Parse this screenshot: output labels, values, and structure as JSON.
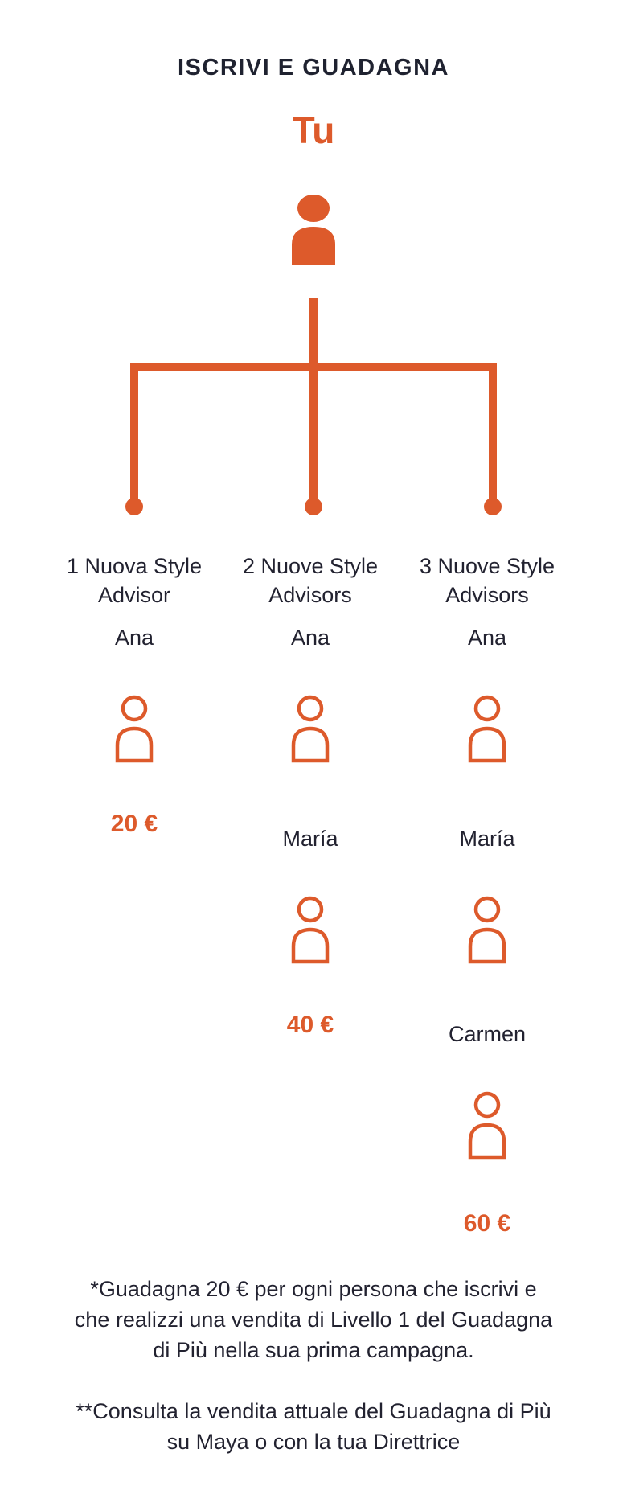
{
  "title": "ISCRIVI E GUADAGNA",
  "root_label": "Tu",
  "columns": [
    {
      "label_line1": "1 Nuova Style",
      "label_line2": "Advisor",
      "people": [
        "Ana"
      ],
      "amount": "20 €"
    },
    {
      "label_line1": "2 Nuove Style",
      "label_line2": "Advisors",
      "people": [
        "Ana",
        "María"
      ],
      "amount": "40 €"
    },
    {
      "label_line1": "3 Nuove Style",
      "label_line2": "Advisors",
      "people": [
        "Ana",
        "María",
        "Carmen"
      ],
      "amount": "60 €"
    }
  ],
  "footnotes": {
    "first_line1": "*Guadagna 20 € per ogni persona che iscrivi e",
    "first_line2": "che realizzi una vendita di Livello 1 del Guadagna",
    "first_line3": "di Più nella sua prima campagna.",
    "second_line1": "**Consulta la vendita attuale del Guadagna di Più",
    "second_line2": "su Maya o con la tua Direttrice"
  },
  "colors": {
    "accent": "#dd5a2b",
    "text": "#222230",
    "title": "#1f2230",
    "background": "#ffffff"
  },
  "icons": {
    "root": "person-filled-icon",
    "recruit": "person-outline-icon"
  }
}
